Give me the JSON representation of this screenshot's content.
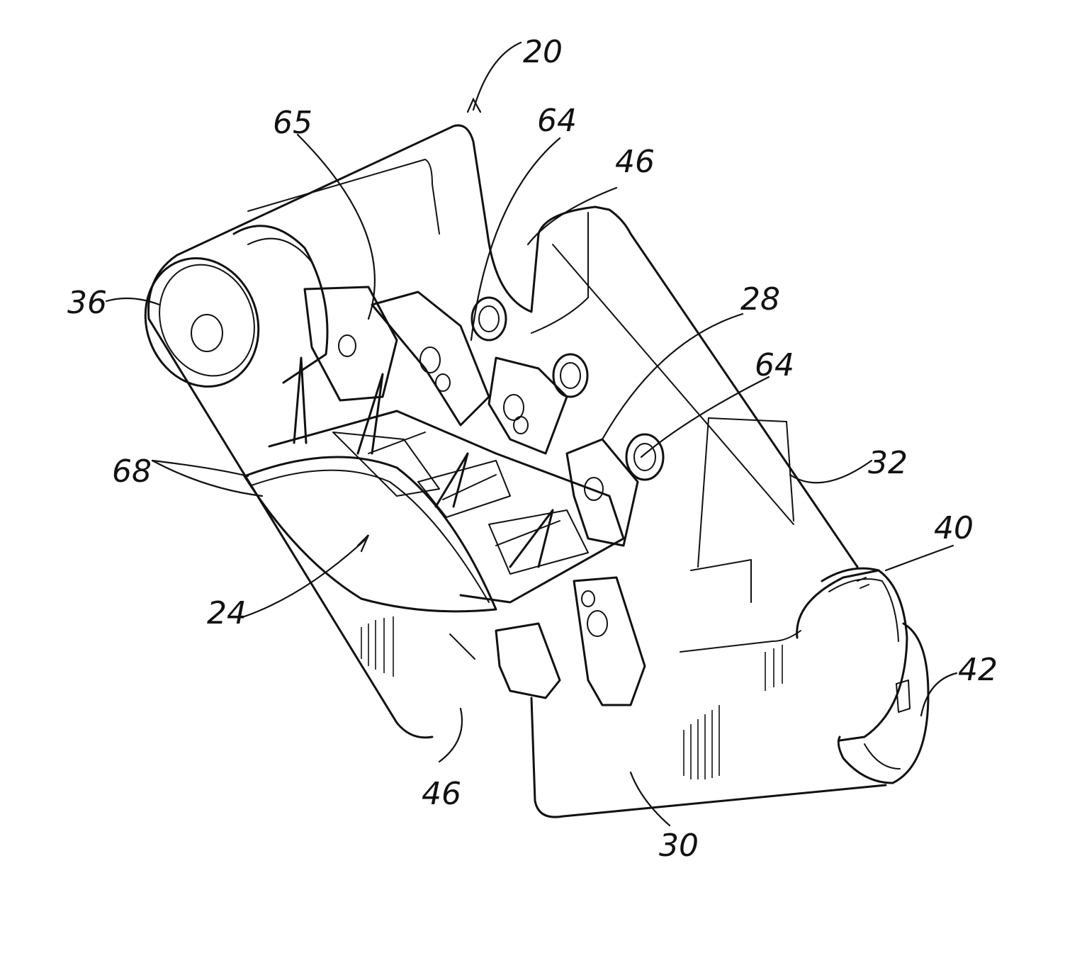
{
  "labels": {
    "ref_20": "20",
    "ref_65": "65",
    "ref_64_top": "64",
    "ref_46_top": "46",
    "ref_36": "36",
    "ref_28": "28",
    "ref_64_right": "64",
    "ref_68": "68",
    "ref_32": "32",
    "ref_40": "40",
    "ref_24": "24",
    "ref_42": "42",
    "ref_46_bottom": "46",
    "ref_30": "30"
  }
}
